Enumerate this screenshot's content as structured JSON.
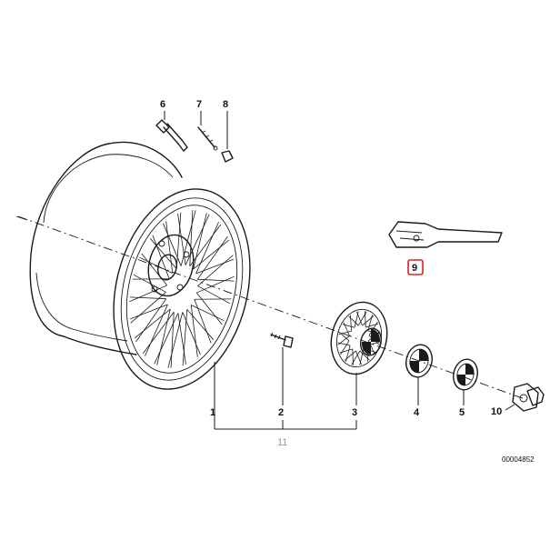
{
  "diagram": {
    "parts": [
      {
        "number": "1",
        "name": "wheel-rim"
      },
      {
        "number": "2",
        "name": "wheel-bolt"
      },
      {
        "number": "3",
        "name": "hub-cover"
      },
      {
        "number": "4",
        "name": "emblem"
      },
      {
        "number": "5",
        "name": "emblem"
      },
      {
        "number": "6",
        "name": "valve"
      },
      {
        "number": "7",
        "name": "valve-insert"
      },
      {
        "number": "8",
        "name": "valve-cap"
      },
      {
        "number": "9",
        "name": "wheel-key"
      },
      {
        "number": "10",
        "name": "lug-nut"
      }
    ],
    "assembly_label": "11",
    "highlighted_part": "9",
    "highlight_color": "#e02020",
    "reference_number": "00004852"
  }
}
